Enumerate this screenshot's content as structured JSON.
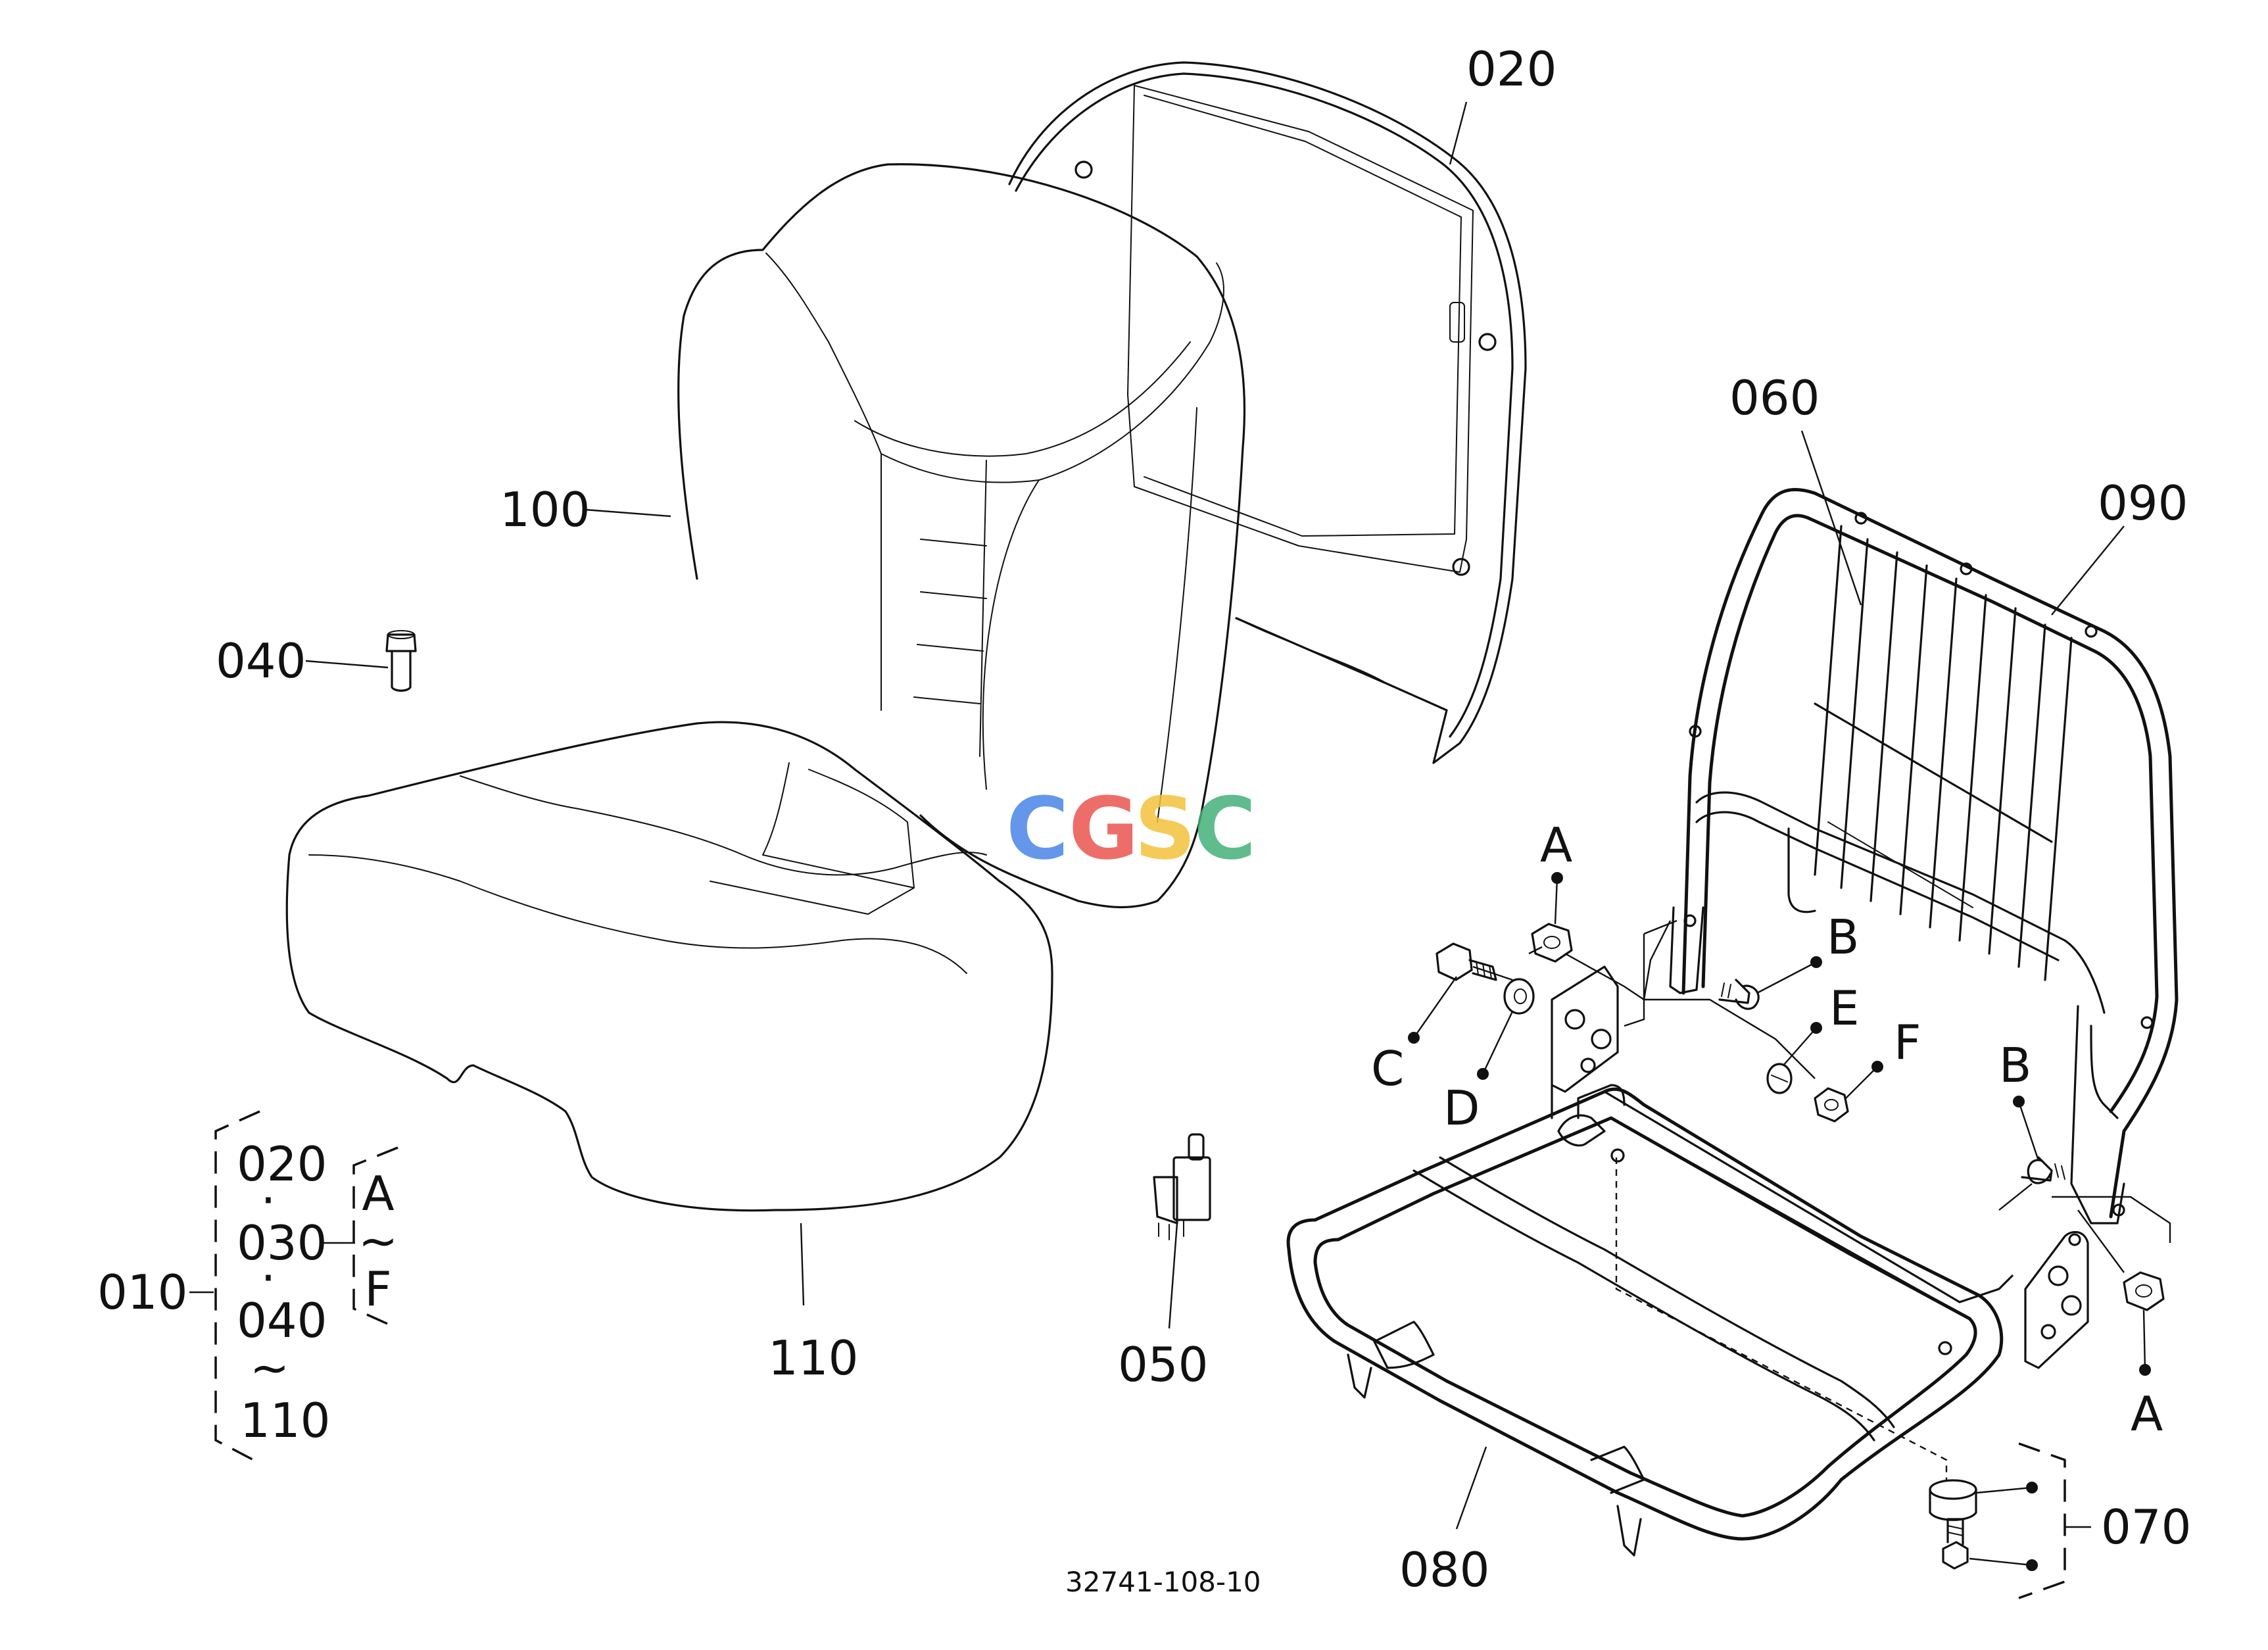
{
  "diagram": {
    "drawing_number": "32741-108-10",
    "watermark": {
      "letters": [
        "C",
        "G",
        "S",
        "C"
      ],
      "colors": [
        "#4a86e8",
        "#ea5550",
        "#f3c33c",
        "#45b07a"
      ]
    },
    "parts": {
      "p020": "020",
      "p100": "100",
      "p040": "040",
      "p060": "060",
      "p090": "090",
      "p110": "110",
      "p050": "050",
      "p080": "080",
      "p070": "070",
      "p010": "010"
    },
    "hardware": {
      "A_top": "A",
      "A_bottom": "A",
      "B_left": "B",
      "B_right": "B",
      "C": "C",
      "D": "D",
      "E": "E",
      "F": "F"
    },
    "assembly_group": {
      "head": "010",
      "items": [
        "020",
        "030",
        "040",
        "110"
      ],
      "separators": [
        "·",
        "·",
        "~"
      ],
      "hardware_range": [
        "A",
        "~",
        "F"
      ]
    }
  }
}
